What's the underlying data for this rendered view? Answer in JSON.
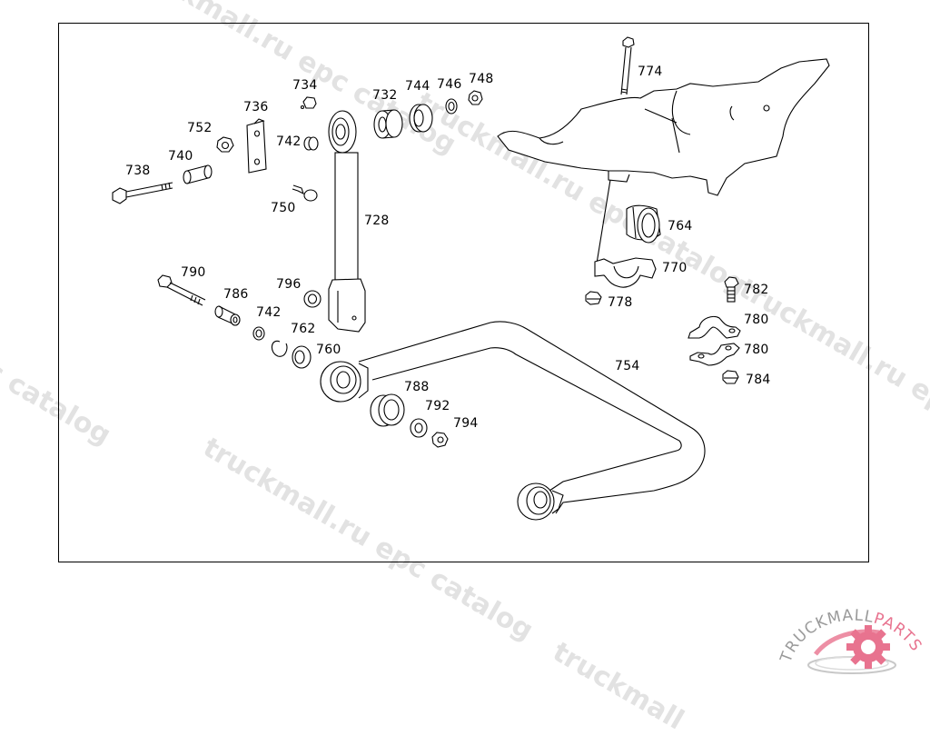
{
  "diagram": {
    "type": "exploded parts diagram",
    "subject": "stabilizer bar / anti-roll bar assembly",
    "callouts": [
      {
        "id": "c728",
        "label": "728",
        "part": "link rod"
      },
      {
        "id": "c732",
        "label": "732",
        "part": "bushing"
      },
      {
        "id": "c734",
        "label": "734",
        "part": "clip"
      },
      {
        "id": "c736",
        "label": "736",
        "part": "bracket plate"
      },
      {
        "id": "c738",
        "label": "738",
        "part": "bolt"
      },
      {
        "id": "c740",
        "label": "740",
        "part": "sleeve"
      },
      {
        "id": "c742a",
        "label": "742",
        "part": "cap"
      },
      {
        "id": "c742b",
        "label": "742",
        "part": "washer"
      },
      {
        "id": "c744",
        "label": "744",
        "part": "bushing"
      },
      {
        "id": "c746",
        "label": "746",
        "part": "washer"
      },
      {
        "id": "c748",
        "label": "748",
        "part": "nut"
      },
      {
        "id": "c750",
        "label": "750",
        "part": "screw"
      },
      {
        "id": "c752",
        "label": "752",
        "part": "nut"
      },
      {
        "id": "c754",
        "label": "754",
        "part": "stabilizer bar"
      },
      {
        "id": "c760",
        "label": "760",
        "part": "bushing"
      },
      {
        "id": "c762",
        "label": "762",
        "part": "circlip"
      },
      {
        "id": "c764",
        "label": "764",
        "part": "rubber mount"
      },
      {
        "id": "c770",
        "label": "770",
        "part": "clamp shell"
      },
      {
        "id": "c774",
        "label": "774",
        "part": "bolt"
      },
      {
        "id": "c778",
        "label": "778",
        "part": "nut"
      },
      {
        "id": "c780a",
        "label": "780",
        "part": "clamp"
      },
      {
        "id": "c780b",
        "label": "780",
        "part": "clamp"
      },
      {
        "id": "c782",
        "label": "782",
        "part": "bolt"
      },
      {
        "id": "c784",
        "label": "784",
        "part": "nut"
      },
      {
        "id": "c786",
        "label": "786",
        "part": "sleeve"
      },
      {
        "id": "c788",
        "label": "788",
        "part": "bushing"
      },
      {
        "id": "c790",
        "label": "790",
        "part": "bolt"
      },
      {
        "id": "c792",
        "label": "792",
        "part": "washer"
      },
      {
        "id": "c794",
        "label": "794",
        "part": "nut"
      },
      {
        "id": "c796",
        "label": "796",
        "part": "washer"
      }
    ]
  },
  "watermarks": [
    "truckmall.ru epc catalog",
    "truckmall.ru epc catalog",
    "truckmall.ru epc catalog",
    "truckmall.ru epc catalog",
    "truckmall.ru epc catalog"
  ],
  "logo": {
    "text_dark": "TRUCKMALL",
    "text_accent": "PARTS",
    "accent_color": "#e8738f",
    "dark_color": "#9a9a9a"
  }
}
